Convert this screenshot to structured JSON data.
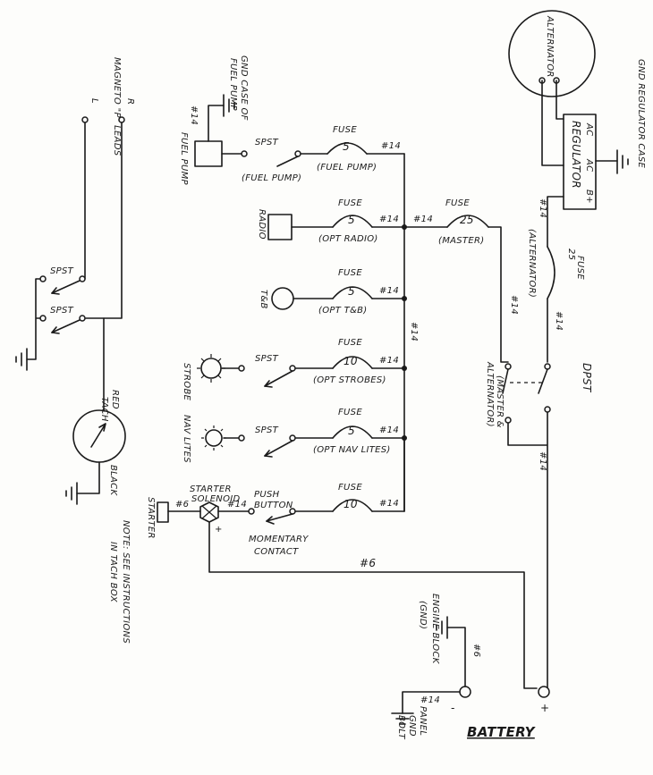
{
  "labels": {
    "alternator": "ALTERNATOR",
    "regulator": "REGULATOR",
    "reg_ac1": "AC",
    "reg_ac2": "AC",
    "reg_bplus": "B+",
    "gnd_regulator_case": "GND REGULATOR CASE",
    "fuse": "FUSE",
    "fuse_5": "5",
    "fuse_10": "10",
    "fuse_25": "25",
    "wire_14": "#14",
    "wire_6": "#6",
    "alternator_paren": "(ALTERNATOR)",
    "alternator_word": "ALTERNATOR)",
    "master_alternator": "(MASTER &",
    "master": "(MASTER)",
    "dpst": "DPST",
    "spst": "SPST",
    "fuel_pump_paren": "(FUEL PUMP)",
    "fuel_pump_caps": "FUEL PUMP",
    "fuel_pump_device": "FUEL PUMP",
    "gnd_case_of": "GND CASE OF",
    "radio": "RADIO",
    "opt_radio": "(OPT RADIO)",
    "tb": "T&B",
    "opt_tb": "(OPT T&B)",
    "strobe": "STROBE",
    "opt_strobes": "(OPT STROBES)",
    "nav_lites": "NAV LITES",
    "opt_nav_lites": "(OPT NAV LITES)",
    "push": "PUSH",
    "button": "BUTTON",
    "momentary": "MOMENTARY",
    "contact": "CONTACT",
    "starter": "STARTER",
    "solenoid": "SOLENOID",
    "plus": "+",
    "minus": "-",
    "battery": "BATTERY",
    "engine_block": "ENGINE BLOCK",
    "gnd_paren": "(GND)",
    "panel": "PANEL",
    "gnd": "GND",
    "bolt": "BOLT",
    "magneto_leads": "MAGNETO \"P\" LEADS",
    "r": "R",
    "l": "L",
    "red": "RED",
    "tach": "TACH",
    "black": "BLACK",
    "note_line1": "NOTE: SEE INSTRUCTIONS",
    "note_line2": "IN TACH BOX"
  }
}
